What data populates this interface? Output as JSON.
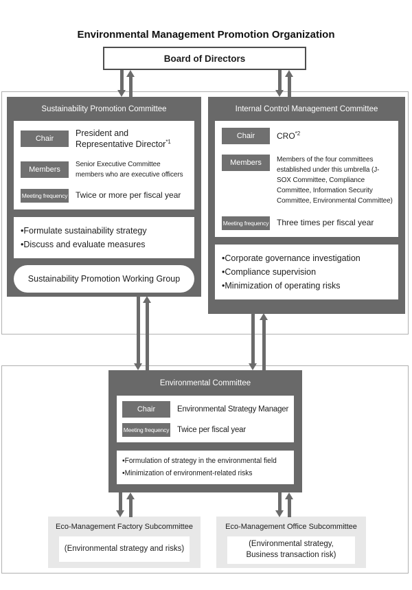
{
  "title": "Environmental Management Promotion Organization",
  "board": {
    "label": "Board of Directors"
  },
  "committees": {
    "sustainability": {
      "title": "Sustainability Promotion Committee",
      "rows": {
        "chair_label": "Chair",
        "chair_line1": "President and",
        "chair_line2": "Representative Director",
        "chair_superscript": "*1",
        "members_label": "Members",
        "members_value": "Senior Executive Committee members who are executive officers",
        "frequency_label": "Meeting frequency",
        "frequency_value": "Twice or more per fiscal year"
      },
      "bullets": [
        "•Formulate sustainability strategy",
        "•Discuss and evaluate measures"
      ],
      "working_group": "Sustainability Promotion Working Group"
    },
    "internal_control": {
      "title": "Internal Control Management Committee",
      "rows": {
        "chair_label": "Chair",
        "chair_value": "CRO",
        "chair_superscript": "*2",
        "members_label": "Members",
        "members_value": "Members of the four committees established under this umbrella (J-SOX Committee, Compliance Committee, Information Security Committee, Environmental Committee)",
        "frequency_label": "Meeting frequency",
        "frequency_value": "Three times per fiscal year"
      },
      "bullets": [
        "•Corporate governance investigation",
        "•Compliance supervision",
        "•Minimization of operating risks"
      ]
    },
    "environmental": {
      "title": "Environmental Committee",
      "rows": {
        "chair_label": "Chair",
        "chair_value": "Environmental Strategy Manager",
        "frequency_label": "Meeting frequency",
        "frequency_value": "Twice per fiscal year"
      },
      "bullets": [
        "•Formulation of strategy in the environmental field",
        "•Minimization of environment-related risks"
      ]
    }
  },
  "subcommittees": {
    "factory": {
      "title": "Eco-Management Factory Subcommittee",
      "note": "(Environmental strategy and risks)"
    },
    "office": {
      "title": "Eco-Management Office Subcommittee",
      "note_line1": "(Environmental strategy,",
      "note_line2": "Business transaction risk)"
    }
  },
  "colors": {
    "committee_fill": "#696969",
    "label_fill": "#707070",
    "arrow": "#6b6b6b",
    "subcommittee_fill": "#e8e8e8",
    "container_border": "#b0b0b0",
    "board_border": "#4d4d4d"
  }
}
